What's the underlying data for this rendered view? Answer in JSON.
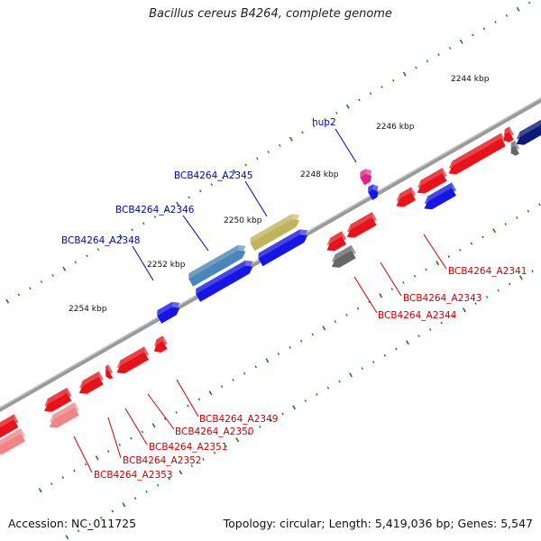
{
  "title": "Bacillus cereus B4264, complete genome",
  "footer": {
    "accession": "Accession: NC_011725",
    "summary": "Topology: circular; Length: 5,419,036 bp; Genes: 5,547"
  },
  "colors": {
    "backbone": "#8c8c8c",
    "tick": "#1f7a1f",
    "plus_label": "#0000cc",
    "minus_label": "#cc0000",
    "red": "#e8121a",
    "pink": "#ef8585",
    "blue": "#1515e6",
    "steel": "#4a86b8",
    "olive": "#bfb45c",
    "gray": "#666666",
    "magenta": "#e0208a",
    "navy": "#0a1a7a"
  },
  "scale_labels": [
    "2244 kbp",
    "2246 kbp",
    "2248 kbp",
    "2250 kbp",
    "2252 kbp",
    "2254 kbp"
  ],
  "genes": [
    {
      "name": "hup2",
      "strand": "+",
      "color": "magenta"
    },
    {
      "name": "BCB4264_A2345",
      "strand": "+",
      "color": "olive"
    },
    {
      "name": "BCB4264_A2346",
      "strand": "+",
      "color": "steel"
    },
    {
      "name": "BCB4264_A2348",
      "strand": "+",
      "color": "blue"
    },
    {
      "name": "BCB4264_A2341",
      "strand": "-",
      "color": "red"
    },
    {
      "name": "BCB4264_A2343",
      "strand": "-",
      "color": "red"
    },
    {
      "name": "BCB4264_A2344",
      "strand": "-",
      "color": "gray"
    },
    {
      "name": "BCB4264_A2349",
      "strand": "-",
      "color": "red"
    },
    {
      "name": "BCB4264_A2350",
      "strand": "-",
      "color": "red"
    },
    {
      "name": "BCB4264_A2351",
      "strand": "-",
      "color": "red"
    },
    {
      "name": "BCB4264_A2352",
      "strand": "-",
      "color": "red"
    },
    {
      "name": "BCB4264_A2353",
      "strand": "-",
      "color": "pink"
    }
  ]
}
